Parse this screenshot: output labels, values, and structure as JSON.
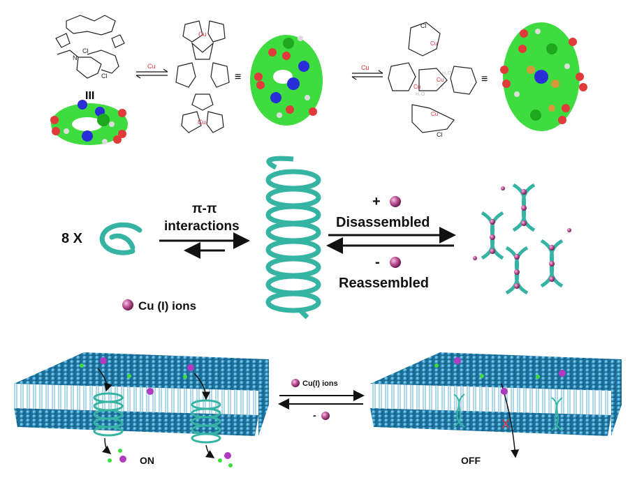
{
  "top_scheme": {
    "arrow1_label": "Cu",
    "arrow2_label": "Cu",
    "equiv_symbol": "≡",
    "equiv_vertical": "III",
    "structure1_atoms": {
      "cl1": "Cl",
      "cl2": "Cl",
      "n": "N"
    },
    "structure2_atoms": {
      "cu_top": "Cu",
      "cu_bottom": "Cu"
    },
    "structure3_atoms": {
      "cl_top": "Cl",
      "cl_bottom": "Cl",
      "cu1": "Cu",
      "cu2": "Cu",
      "cu3": "Cu",
      "cu4": "Cu",
      "h2o1": "H₂O",
      "h2o2": "H₂O"
    }
  },
  "middle_scheme": {
    "multiplier": "8 X",
    "pi_label": "π-π",
    "interactions_label": "interactions",
    "plus_label": "+",
    "disassembled_label": "Disassembled",
    "minus_label": "-",
    "reassembled_label": "Reassembled",
    "legend_label": "Cu (I) ions"
  },
  "bottom_scheme": {
    "ions_label": "Cu(I) ions",
    "minus_label": "-",
    "on_label": "ON",
    "off_label": "OFF",
    "blocked_mark": "X"
  },
  "colors": {
    "teal": "#35b3a3",
    "copper_ion": "#c2559a",
    "carbon": "#3fdc3f",
    "nitrogen": "#2a2ed8",
    "oxygen": "#e03a3a",
    "membrane": "#2a8fc0",
    "cu_text": "#e8313a"
  }
}
